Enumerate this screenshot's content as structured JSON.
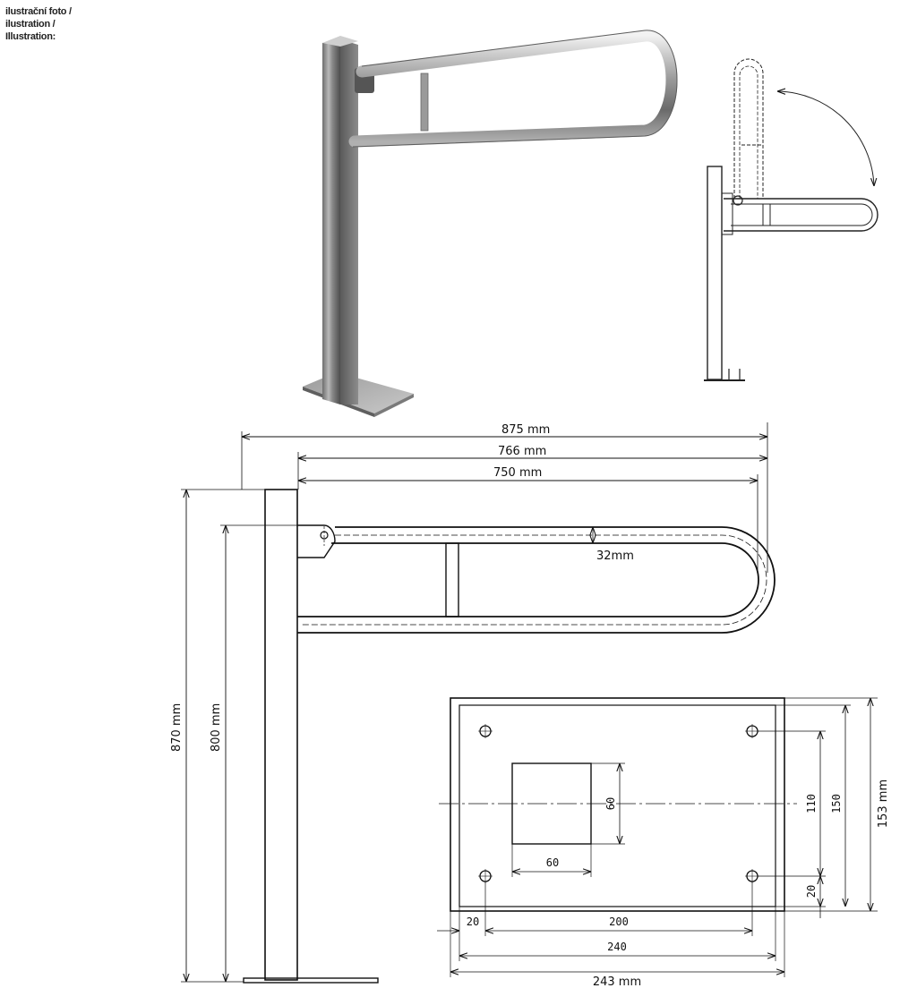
{
  "caption": {
    "line1": "ilustrační foto /",
    "line2": "ilustration /",
    "line3": "Illustration:"
  },
  "side_view": {
    "dim_overall_length": "875 mm",
    "dim_rail_length": "766  mm",
    "dim_inner_length": "750 mm",
    "dim_tube": "32mm",
    "dim_total_height": "870 mm",
    "dim_rail_height": "800 mm"
  },
  "base_plate": {
    "dim_socket_h": "60",
    "dim_socket_w": "60",
    "dim_hole_v": "110",
    "dim_inner_h": "150",
    "dim_outer_h": "153 mm",
    "dim_edge_v": "20",
    "dim_edge_h": "20",
    "dim_hole_h": "200",
    "dim_inner_w": "240",
    "dim_outer_w": "243 mm"
  }
}
